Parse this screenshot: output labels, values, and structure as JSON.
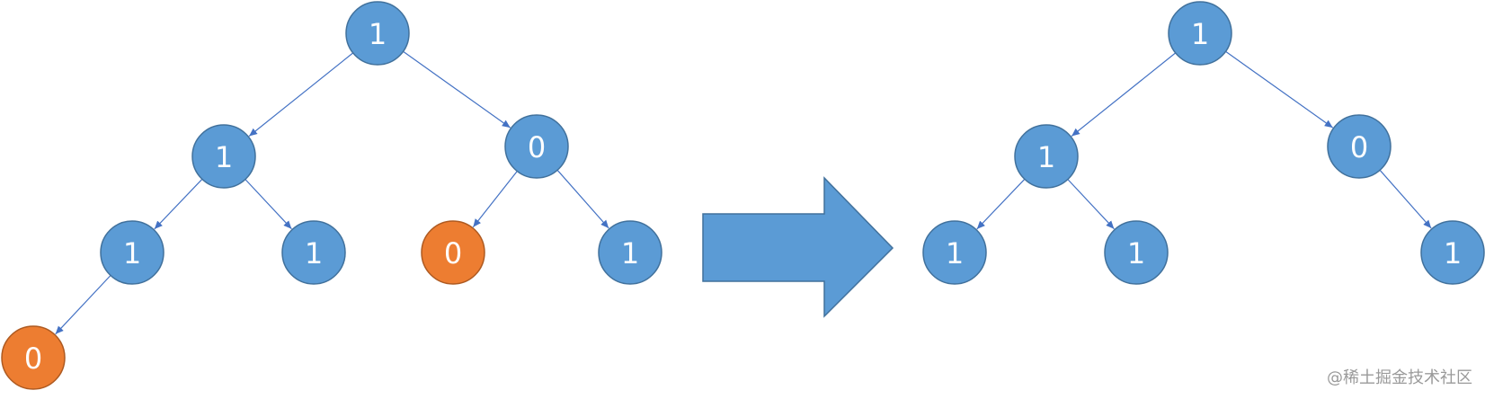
{
  "colors": {
    "node_fill": "#5b9bd5",
    "node_stroke": "#41719c",
    "removed_fill": "#ed7d31",
    "removed_stroke": "#ae5a21",
    "edge": "#4472c4",
    "arrow_fill": "#5b9bd5",
    "arrow_stroke": "#41719c"
  },
  "trees": {
    "before": {
      "nodes": [
        {
          "id": "root",
          "label": "1",
          "status": "kept"
        },
        {
          "id": "l",
          "label": "1",
          "status": "kept"
        },
        {
          "id": "r",
          "label": "0",
          "status": "kept"
        },
        {
          "id": "ll",
          "label": "1",
          "status": "kept"
        },
        {
          "id": "lr",
          "label": "1",
          "status": "kept"
        },
        {
          "id": "rl",
          "label": "0",
          "status": "removed"
        },
        {
          "id": "rr",
          "label": "1",
          "status": "kept"
        },
        {
          "id": "lll",
          "label": "0",
          "status": "removed"
        }
      ],
      "edges": [
        [
          "root",
          "l"
        ],
        [
          "root",
          "r"
        ],
        [
          "l",
          "ll"
        ],
        [
          "l",
          "lr"
        ],
        [
          "r",
          "rl"
        ],
        [
          "r",
          "rr"
        ],
        [
          "ll",
          "lll"
        ]
      ]
    },
    "after": {
      "nodes": [
        {
          "id": "root",
          "label": "1",
          "status": "kept"
        },
        {
          "id": "l",
          "label": "1",
          "status": "kept"
        },
        {
          "id": "r",
          "label": "0",
          "status": "kept"
        },
        {
          "id": "ll",
          "label": "1",
          "status": "kept"
        },
        {
          "id": "lr",
          "label": "1",
          "status": "kept"
        },
        {
          "id": "rr",
          "label": "1",
          "status": "kept"
        }
      ],
      "edges": [
        [
          "root",
          "l"
        ],
        [
          "root",
          "r"
        ],
        [
          "l",
          "ll"
        ],
        [
          "l",
          "lr"
        ],
        [
          "r",
          "rr"
        ]
      ]
    }
  },
  "transform_arrow": {
    "direction": "right",
    "icon": "right-block-arrow"
  },
  "watermark": "@稀土掘金技术社区"
}
